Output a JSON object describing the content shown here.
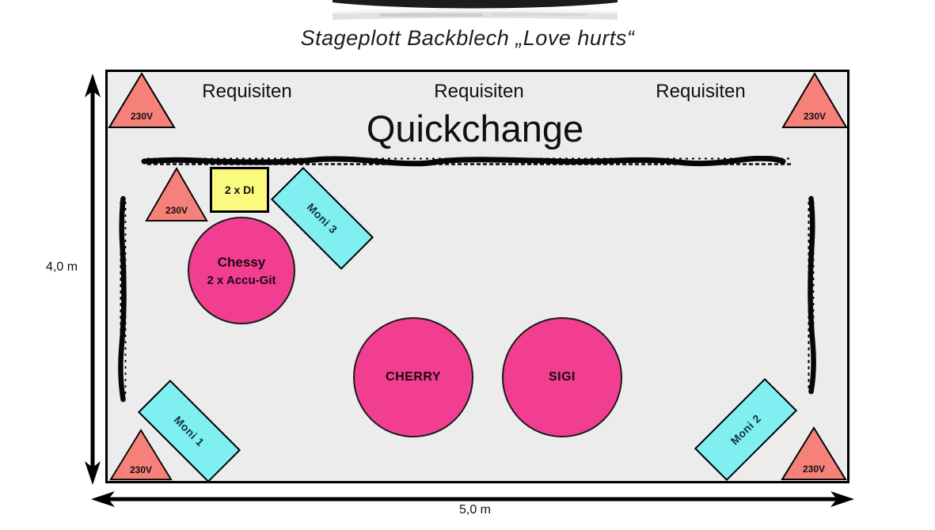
{
  "page": {
    "title": "Stageplott Backblech „Love hurts“"
  },
  "stage": {
    "requisiten_labels": [
      "Requisiten",
      "Requisiten",
      "Requisiten"
    ],
    "quickchange_label": "Quickchange",
    "power_label": "230V",
    "di_box_label": "2 x DI",
    "monitors": [
      {
        "label": "Moni 1"
      },
      {
        "label": "Moni 2"
      },
      {
        "label": "Moni 3"
      }
    ],
    "musicians": [
      {
        "name": "Chessy",
        "detail": "2 x Accu-Git"
      },
      {
        "name": "CHERRY"
      },
      {
        "name": "SIGI"
      }
    ]
  },
  "dimensions": {
    "height_label": "4,0 m",
    "width_label": "5,0 m"
  },
  "colors": {
    "stage_background": "#ececec",
    "power_triangle": "#f5817a",
    "monitor": "#80eff2",
    "di_box": "#fafa7e",
    "musician_circle": "#f23e91",
    "line": "#000000"
  }
}
